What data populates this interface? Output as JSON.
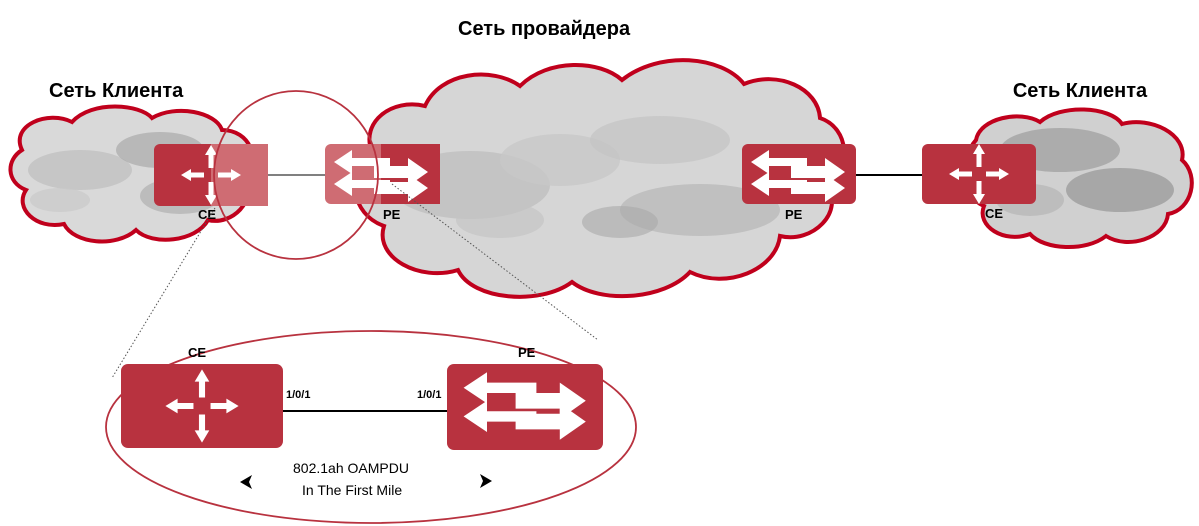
{
  "labels": {
    "provider_network": "Сеть провайдера",
    "client_network_left": "Сеть Клиента",
    "client_network_right": "Сеть Клиента"
  },
  "devices": {
    "ce_left": "CE",
    "pe_left": "PE",
    "pe_right": "PE",
    "ce_right": "CE",
    "zoom_ce": "CE",
    "zoom_pe": "PE"
  },
  "ports": {
    "ce_port": "1/0/1",
    "pe_port": "1/0/1"
  },
  "caption": {
    "line1": "802.1ah OAMPDU",
    "line2": "In The First Mile"
  },
  "colors": {
    "device_fill": "#b8323f",
    "device_fill_faded": "#cf6c73",
    "cloud_outline": "#c0001c",
    "cloud_fill": "#d6d6d6",
    "cloud_dark": "#a9a9a9",
    "highlight_ring": "#b8323f"
  }
}
